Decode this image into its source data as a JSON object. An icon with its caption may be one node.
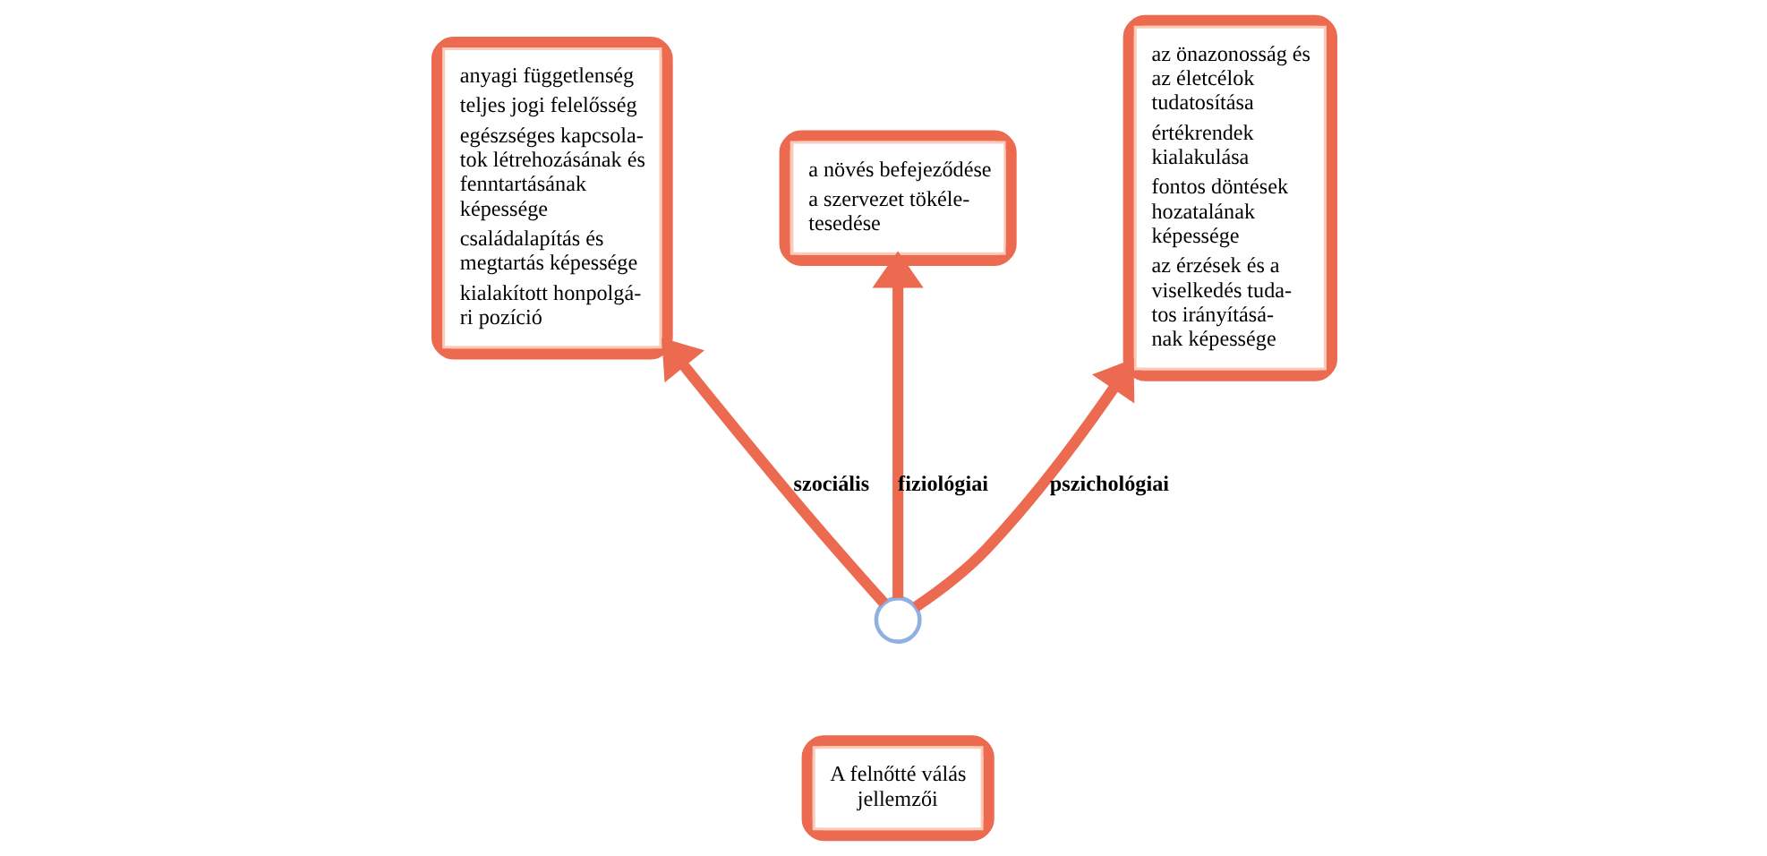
{
  "diagram": {
    "nodes": [
      {
        "text": [
          "anyagi függetlenség",
          "teljes jogi felelősség",
          "egészséges kapcsola- tok létrehozásának és fenntartásának képessége",
          "családalapítás és megtartás képessége",
          "kialakított honpolgá- ri pozíció"
        ]
      },
      {
        "text": [
          "a növés befejeződése",
          "a szervezet tökéle- tesedése"
        ]
      },
      {
        "text": [
          "az önazonosság és az életcélok tudatosítása",
          "értékrendek kialakulása",
          "fontos döntések hozatalának képessége",
          "az érzések és a viselkedés tuda- tos irányításá- nak képessége"
        ]
      },
      {
        "text": [],
        "shape": "circle"
      },
      {
        "text": [
          "A felnőtté válás jellemzői"
        ]
      }
    ],
    "edges": [
      {
        "from": 3,
        "to": 0,
        "arrow": "to",
        "label": "szociális"
      },
      {
        "from": 3,
        "to": 1,
        "arrow": "to",
        "label": "fiziológiai"
      },
      {
        "from": 3,
        "to": 2,
        "arrow": "to",
        "label": "pszichológiai"
      }
    ]
  }
}
